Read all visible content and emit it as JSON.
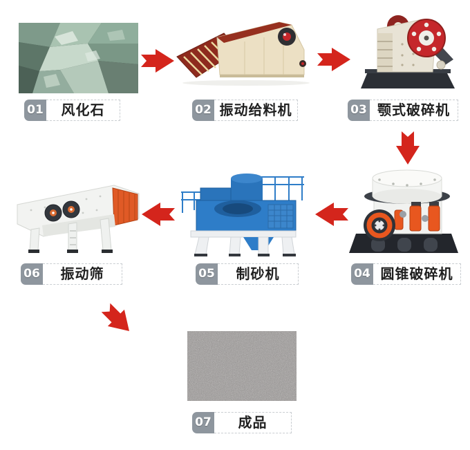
{
  "steps": [
    {
      "number": "01",
      "label": "风化石"
    },
    {
      "number": "02",
      "label": "振动给料机"
    },
    {
      "number": "03",
      "label": "颚式破碎机"
    },
    {
      "number": "04",
      "label": "圆锥破碎机"
    },
    {
      "number": "05",
      "label": "制砂机"
    },
    {
      "number": "06",
      "label": "振动筛"
    },
    {
      "number": "07",
      "label": "成品"
    }
  ],
  "colors": {
    "arrow_red": "#d4251c",
    "badge_gray": "#8e969e",
    "label_border": "#c9cdd1",
    "label_text": "#1f1f1f",
    "background": "#ffffff",
    "feeder_body": "#ece0c4",
    "feeder_deck_red": "#8e2b1e",
    "jaw_flywheel_red": "#c5272b",
    "cone_orange": "#e8571f",
    "sand_maker_blue": "#2e7dc8",
    "screen_orange": "#e05a26"
  }
}
